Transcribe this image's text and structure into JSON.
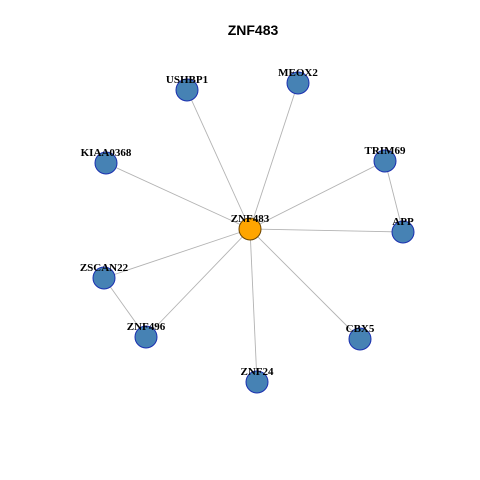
{
  "title": "ZNF483",
  "colors": {
    "center_node": "#FFA500",
    "center_stroke": "#6b4400",
    "node": "#4682B4",
    "node_stroke": "#1a2fb0",
    "edge": "#b3b3b3"
  },
  "nodes": [
    {
      "id": "ZNF483",
      "label": "ZNF483",
      "role": "center"
    },
    {
      "id": "USHBP1",
      "label": "USHBP1",
      "role": "neighbor"
    },
    {
      "id": "MEOX2",
      "label": "MEOX2",
      "role": "neighbor"
    },
    {
      "id": "KIAA0368",
      "label": "KIAA0368",
      "role": "neighbor"
    },
    {
      "id": "TRIM69",
      "label": "TRIM69",
      "role": "neighbor"
    },
    {
      "id": "APP",
      "label": "APP",
      "role": "neighbor"
    },
    {
      "id": "ZSCAN22",
      "label": "ZSCAN22",
      "role": "neighbor"
    },
    {
      "id": "ZNF496",
      "label": "ZNF496",
      "role": "neighbor"
    },
    {
      "id": "CBX5",
      "label": "CBX5",
      "role": "neighbor"
    },
    {
      "id": "ZNF24",
      "label": "ZNF24",
      "role": "neighbor"
    }
  ],
  "edges": [
    [
      "ZNF483",
      "USHBP1"
    ],
    [
      "ZNF483",
      "MEOX2"
    ],
    [
      "ZNF483",
      "KIAA0368"
    ],
    [
      "ZNF483",
      "TRIM69"
    ],
    [
      "ZNF483",
      "APP"
    ],
    [
      "ZNF483",
      "ZSCAN22"
    ],
    [
      "ZNF483",
      "ZNF496"
    ],
    [
      "ZNF483",
      "CBX5"
    ],
    [
      "ZNF483",
      "ZNF24"
    ],
    [
      "TRIM69",
      "APP"
    ],
    [
      "ZSCAN22",
      "ZNF496"
    ]
  ]
}
